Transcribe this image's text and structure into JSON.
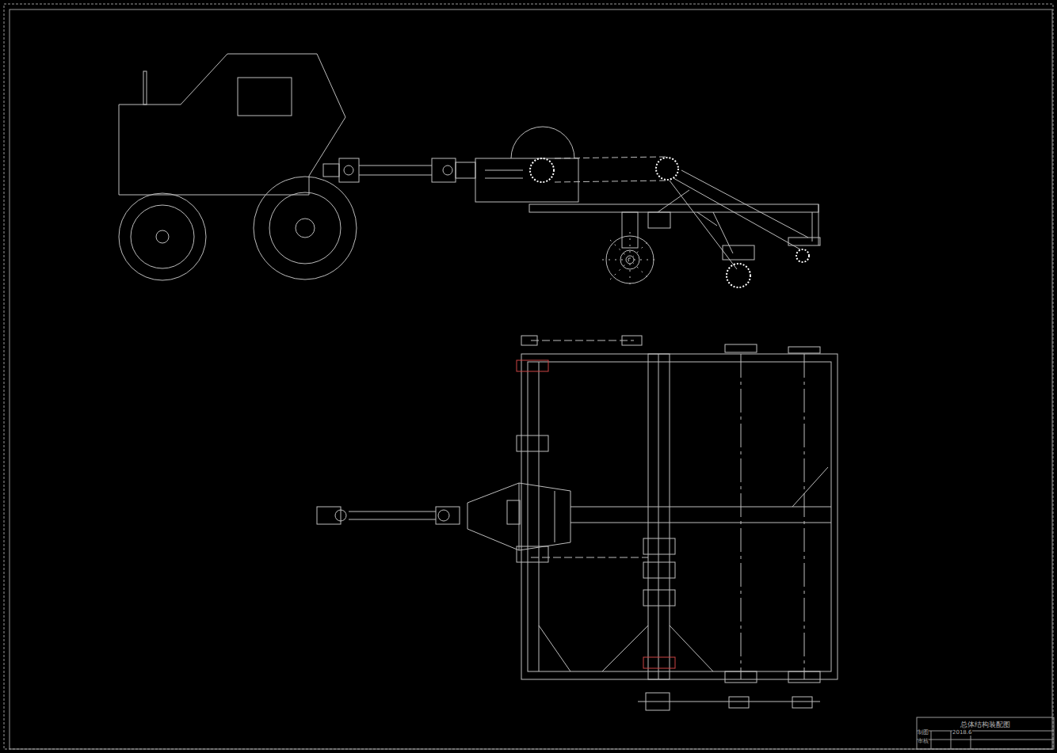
{
  "diagram": {
    "labels": [
      "总体结构装配图",
      "制图",
      "审核",
      "2018.6"
    ]
  }
}
